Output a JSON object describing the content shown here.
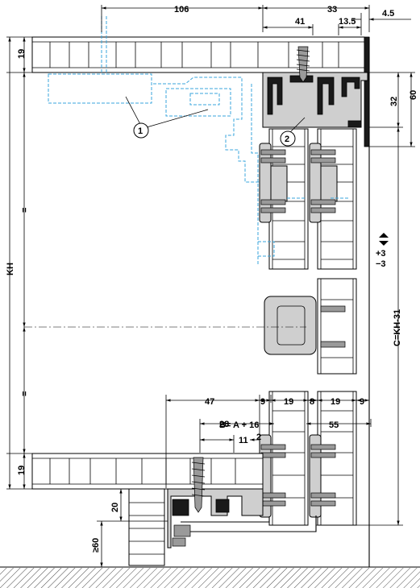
{
  "top_dims": {
    "d106": "106",
    "d33": "33",
    "d41": "41",
    "d13_5": "13.5",
    "d4_5": "4.5"
  },
  "left_dims": {
    "top_19": "19",
    "kh": "KH",
    "eq_top": "=",
    "eq_bottom": "=",
    "bottom_19": "19",
    "d20": "20",
    "d60_min": "≥60"
  },
  "right_dims": {
    "d60": "60",
    "d32": "32",
    "adjust_plus": "+3",
    "adjust_minus": "−3",
    "c_formula": "C=KH-31"
  },
  "bottom_dims": {
    "d47": "47",
    "d9a": "9",
    "d19a": "19",
    "d8": "8",
    "d19b": "19",
    "d9b": "9",
    "d28": "28",
    "b_formula": "B= A + 16",
    "d55": "55",
    "d11": "11",
    "d2": "2"
  },
  "callouts": {
    "one": "1",
    "two": "2"
  }
}
